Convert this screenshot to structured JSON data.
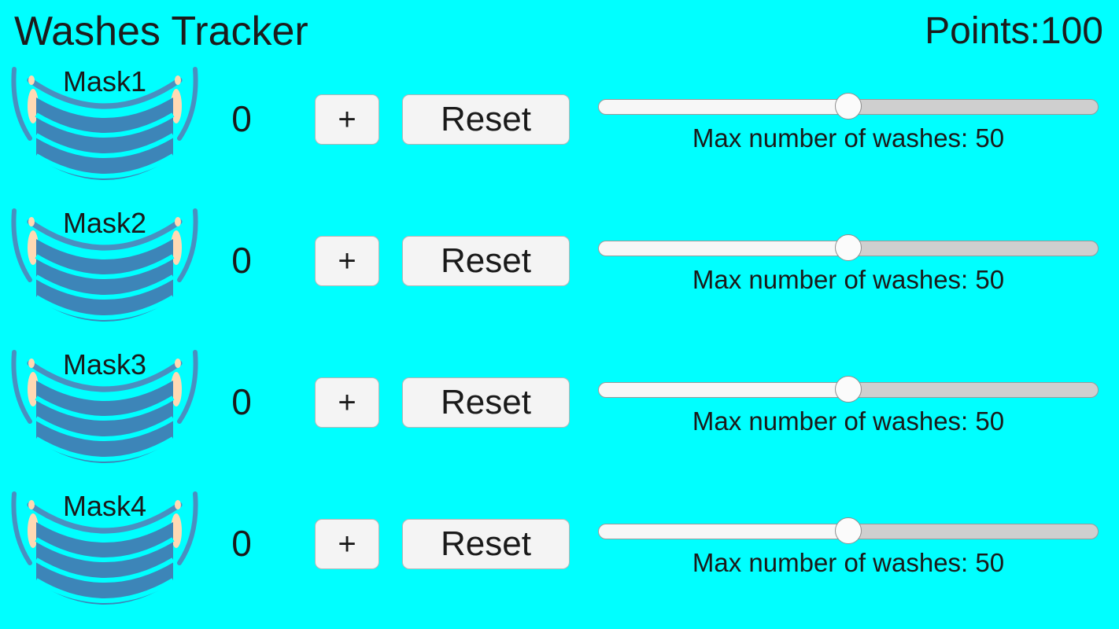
{
  "header": {
    "title": "Washes Tracker",
    "points_label": "Points:",
    "points_value": "100"
  },
  "colors": {
    "background": "#00ffff",
    "text": "#1a1a1a",
    "button_face": "#f4f4f4",
    "button_border": "#b6b6b6",
    "mask_body": "#3d85b8",
    "mask_strap": "#4a8fc0",
    "mask_ear": "#ffd9b3",
    "slider_track": "#cfcfcf",
    "slider_fill": "#f7f7f7",
    "slider_thumb": "#fbfbfb"
  },
  "controls": {
    "increment_label": "+",
    "reset_label": "Reset",
    "slider_caption_prefix": "Max number of washes: "
  },
  "rows": [
    {
      "mask_label": "Mask1",
      "count": "0",
      "increment_label": "+",
      "reset_label": "Reset",
      "slider_percent": 50,
      "max_washes": "50",
      "slider_caption": "Max number of washes: 50"
    },
    {
      "mask_label": "Mask2",
      "count": "0",
      "increment_label": "+",
      "reset_label": "Reset",
      "slider_percent": 50,
      "max_washes": "50",
      "slider_caption": "Max number of washes: 50"
    },
    {
      "mask_label": "Mask3",
      "count": "0",
      "increment_label": "+",
      "reset_label": "Reset",
      "slider_percent": 50,
      "max_washes": "50",
      "slider_caption": "Max number of washes: 50"
    },
    {
      "mask_label": "Mask4",
      "count": "0",
      "increment_label": "+",
      "reset_label": "Reset",
      "slider_percent": 50,
      "max_washes": "50",
      "slider_caption": "Max number of washes: 50"
    }
  ]
}
